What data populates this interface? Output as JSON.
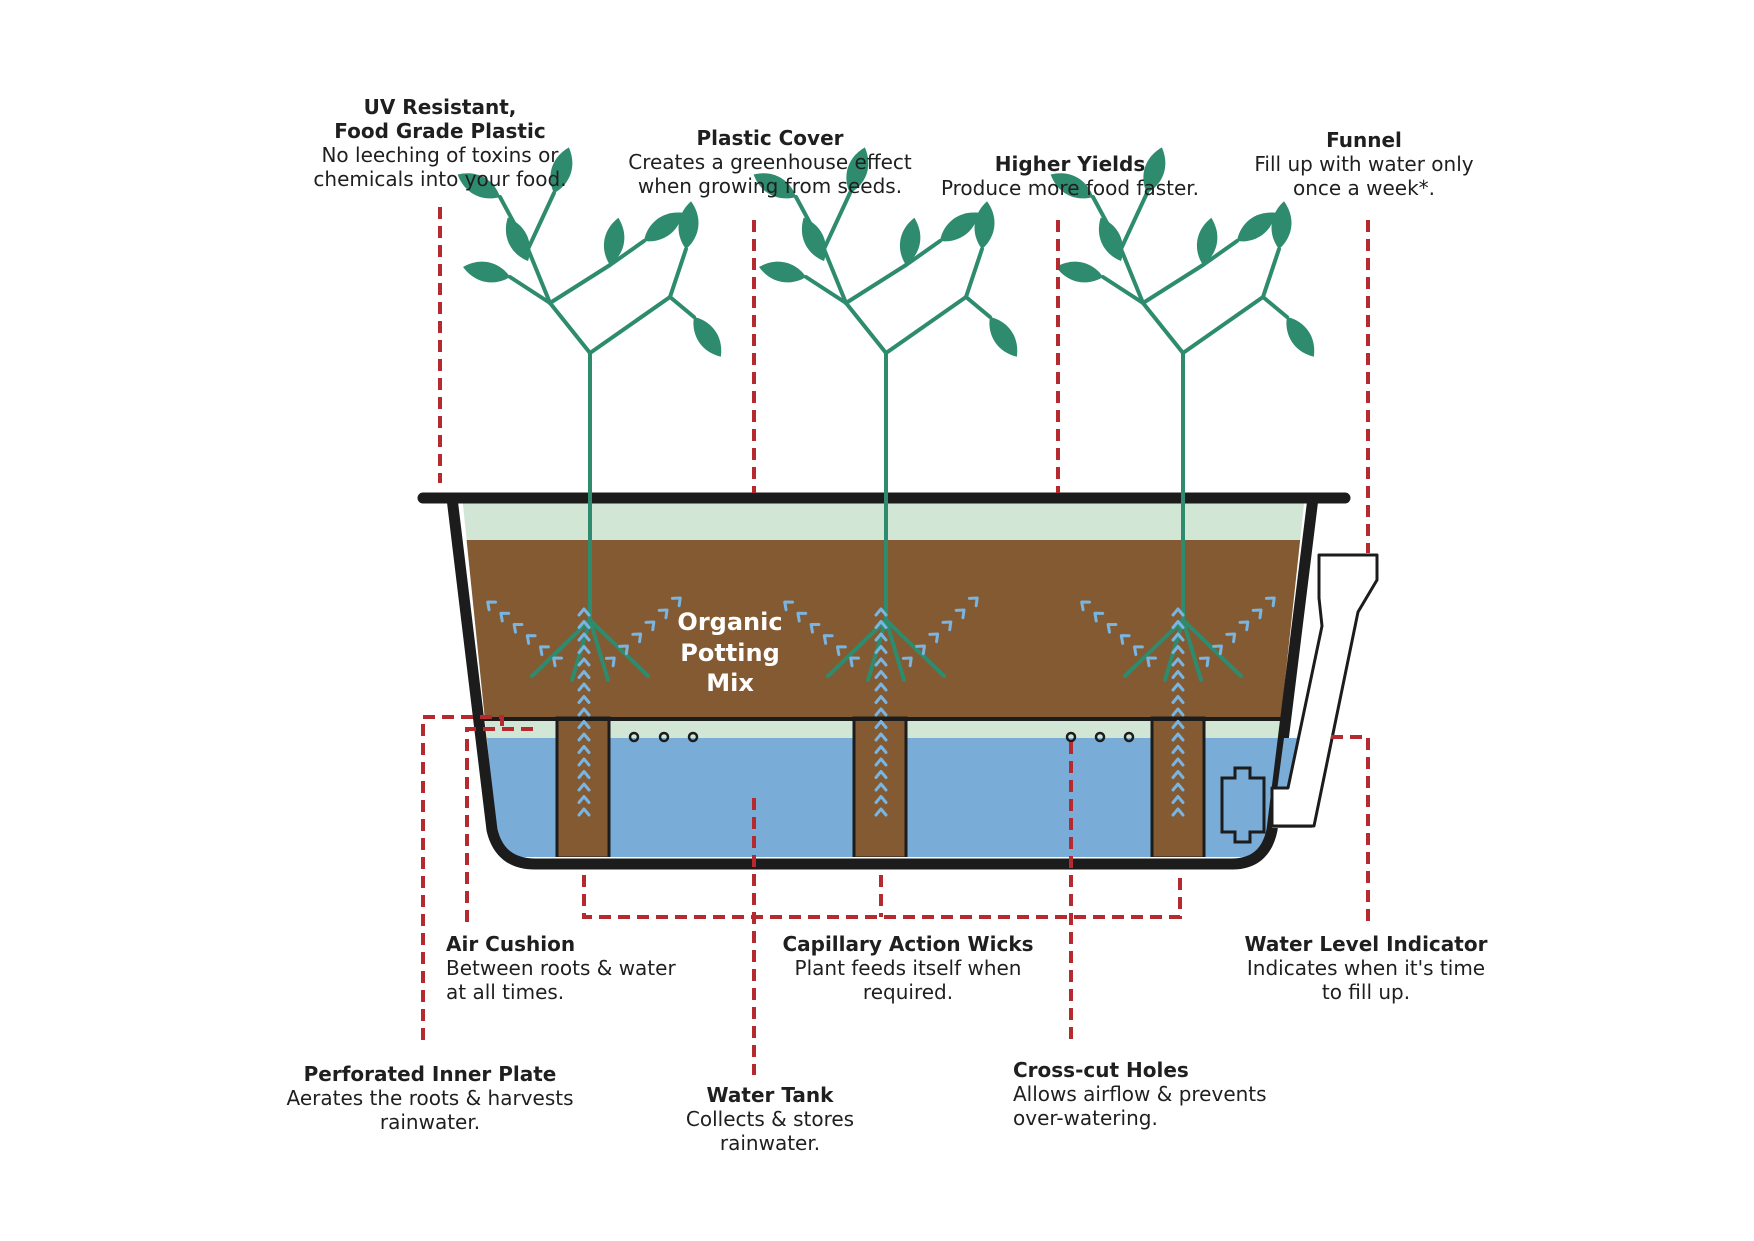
{
  "colors": {
    "leader": "#b52a2e",
    "plant": "#2e8b6e",
    "soil": "#835a32",
    "water": "#79acd6",
    "air": "#d2e6d6",
    "outline": "#1c1c1c",
    "arrow": "#7ab4e0"
  },
  "soil_label": [
    "Organic",
    "Potting",
    "Mix"
  ],
  "labels": {
    "uv_plastic": {
      "title_1": "UV Resistant,",
      "title_2": "Food Grade Plastic",
      "desc_1": "No leeching of toxins or",
      "desc_2": "chemicals into your food."
    },
    "plastic_cover": {
      "title": "Plastic Cover",
      "desc_1": "Creates a greenhouse effect",
      "desc_2": "when growing from seeds."
    },
    "higher_yields": {
      "title": "Higher Yields",
      "desc_1": "Produce more food faster."
    },
    "funnel": {
      "title": "Funnel",
      "desc_1": "Fill up with water only",
      "desc_2": "once a week*."
    },
    "air_cushion": {
      "title": "Air Cushion",
      "desc_1": "Between roots & water",
      "desc_2": "at all times."
    },
    "wicks": {
      "title": "Capillary Action Wicks",
      "desc_1": "Plant feeds itself when",
      "desc_2": "required."
    },
    "water_level": {
      "title": "Water Level Indicator",
      "desc_1": "Indicates when it's time",
      "desc_2": "to fill up."
    },
    "inner_plate": {
      "title": "Perforated Inner Plate",
      "desc_1": "Aerates the roots & harvests",
      "desc_2": "rainwater."
    },
    "water_tank": {
      "title": "Water Tank",
      "desc_1": "Collects & stores",
      "desc_2": "rainwater."
    },
    "crosscut": {
      "title": "Cross-cut Holes",
      "desc_1": "Allows airflow & prevents",
      "desc_2": "over-watering."
    }
  }
}
